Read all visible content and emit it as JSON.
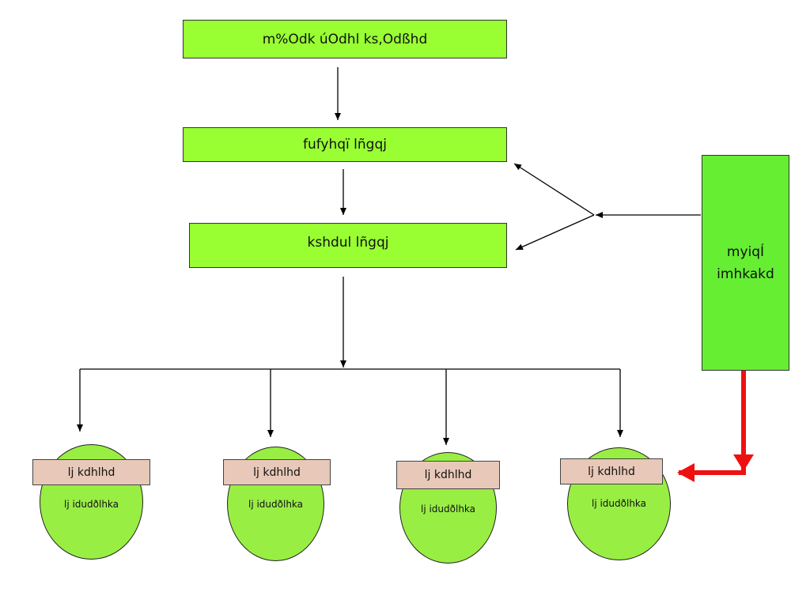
{
  "diagram": {
    "top_box": "m%Odk úOdhl ks,Odßhd",
    "middle_box": "fufyhqï lñgqj",
    "lower_box": "kshdul lñgqj",
    "side_box": [
      "myiqÍ",
      "imhkakd"
    ],
    "units": [
      {
        "tag": "lj kdhlhd",
        "caption": "lj idudðlhka"
      },
      {
        "tag": "lj kdhlhd",
        "caption": "lj idudðlhka"
      },
      {
        "tag": "lj kdhlhd",
        "caption": "lj idudðlhka"
      },
      {
        "tag": "lj kdhlhd",
        "caption": "lj idudðlhka"
      }
    ],
    "colors": {
      "box_green": "#99ff33",
      "side_green": "#66ee33",
      "ellipse_green": "#99ee44",
      "tag_fill": "#e8c8b8",
      "highlight_arrow": "#ee1111"
    }
  }
}
